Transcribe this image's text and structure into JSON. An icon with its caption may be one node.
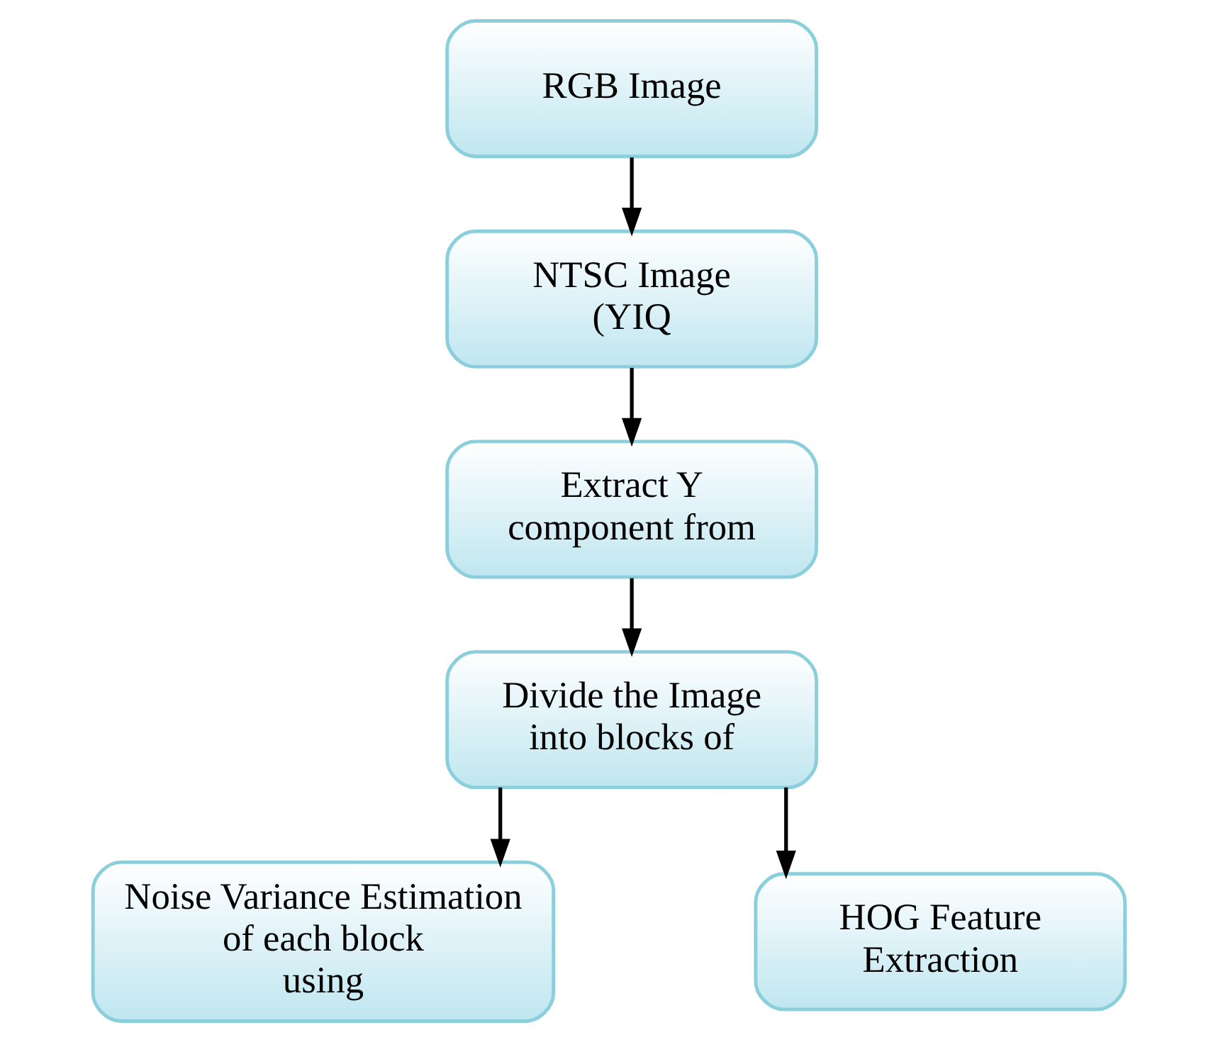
{
  "diagram": {
    "nodes": [
      {
        "text": [
          "RGB Image"
        ]
      },
      {
        "text": [
          "NTSC Image (YIQ"
        ]
      },
      {
        "text": [
          "Extract Y component from"
        ]
      },
      {
        "text": [
          "Divide the Image into blocks of"
        ]
      },
      {
        "text": [
          "Noise Variance Estimation of each block using"
        ]
      },
      {
        "text": [
          "HOG Feature Extraction"
        ]
      }
    ],
    "edges": [
      {
        "from": 0,
        "to": 1,
        "arrow": "to"
      },
      {
        "from": 1,
        "to": 2,
        "arrow": "to"
      },
      {
        "from": 2,
        "to": 3,
        "arrow": "to"
      },
      {
        "from": 3,
        "to": 4,
        "arrow": "to"
      },
      {
        "from": 3,
        "to": 5,
        "arrow": "to"
      }
    ]
  }
}
